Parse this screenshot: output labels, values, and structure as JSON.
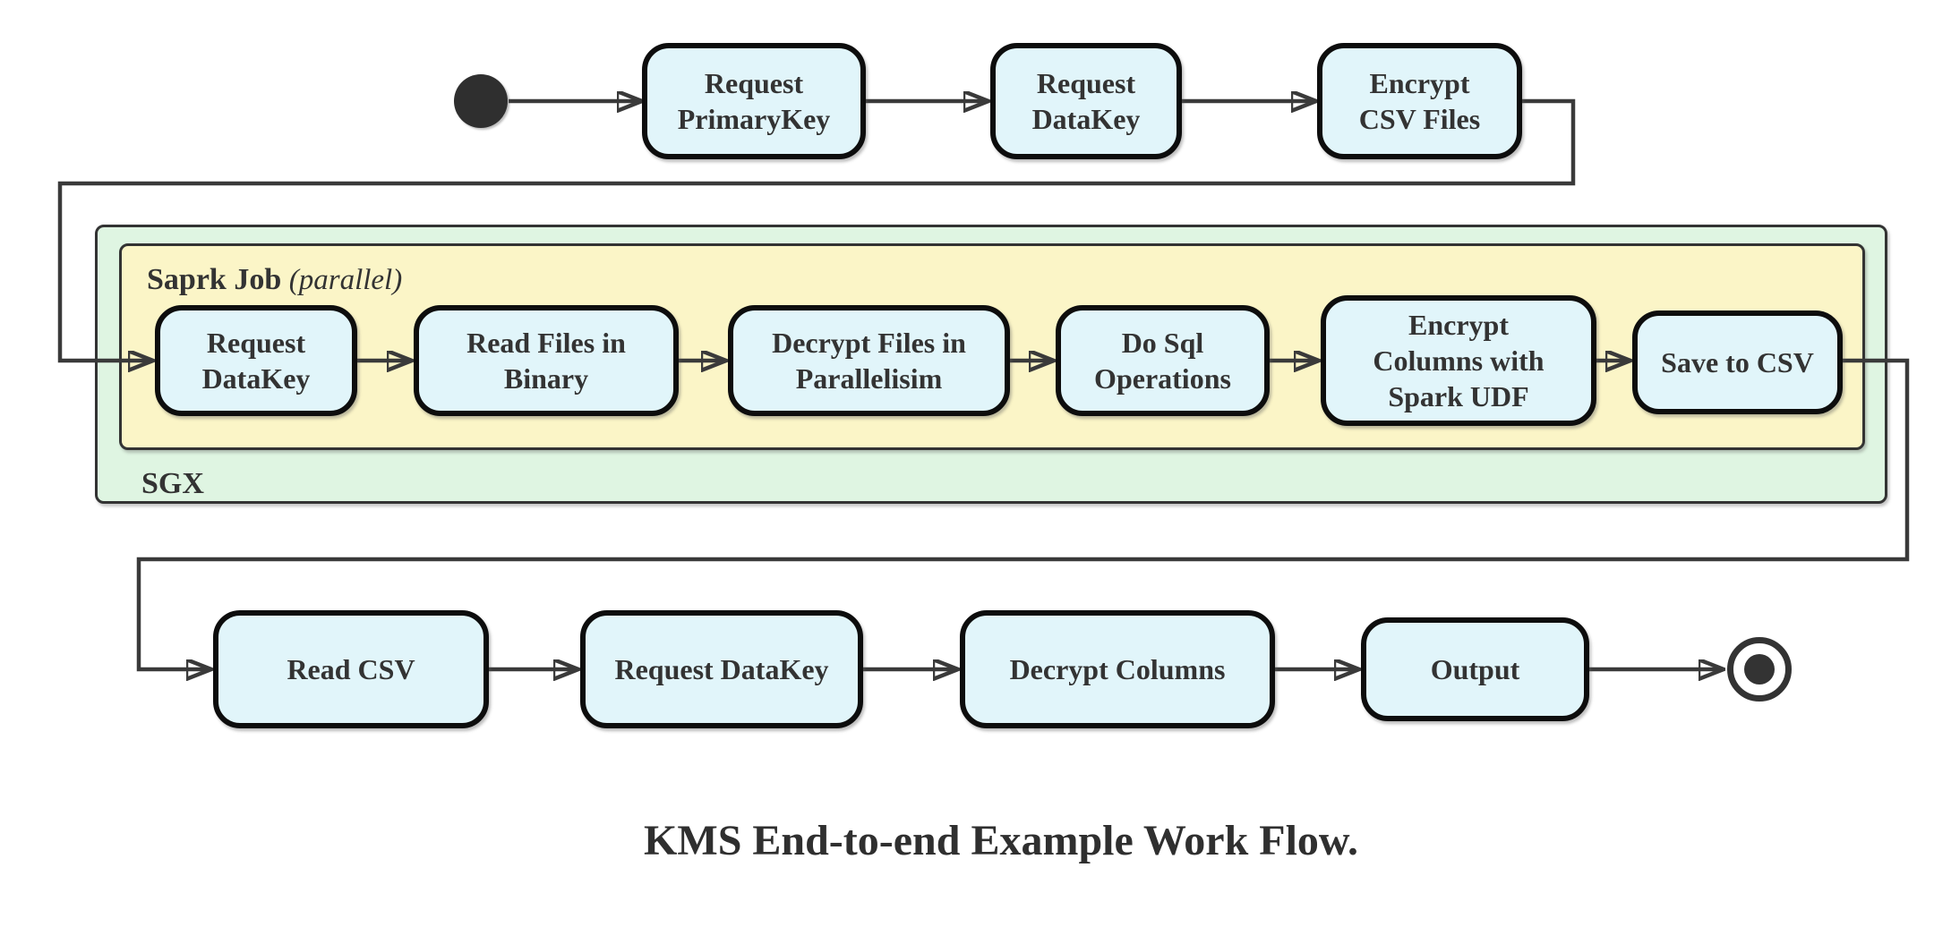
{
  "caption": "KMS End-to-end Example Work Flow.",
  "containers": {
    "sgx": {
      "label": "SGX"
    },
    "spark_job": {
      "label": "Saprk Job",
      "qualifier": "(parallel)"
    }
  },
  "nodes": {
    "request_primarykey": {
      "label": "Request\nPrimaryKey"
    },
    "request_datakey_top": {
      "label": "Request\nDataKey"
    },
    "encrypt_csv_files": {
      "label": "Encrypt\nCSV Files"
    },
    "request_datakey_sgx": {
      "label": "Request\nDataKey"
    },
    "read_files_in_binary": {
      "label": "Read Files in\nBinary"
    },
    "decrypt_files_in_parallelisim": {
      "label": "Decrypt Files in\nParallelisim"
    },
    "do_sql_operations": {
      "label": "Do Sql\nOperations"
    },
    "encrypt_columns_with_spark_udf": {
      "label": "Encrypt\nColumns with\nSpark UDF"
    },
    "save_to_csv": {
      "label": "Save to CSV"
    },
    "read_csv": {
      "label": "Read CSV"
    },
    "request_datakey_client": {
      "label": "Request DataKey"
    },
    "decrypt_columns": {
      "label": "Decrypt Columns"
    },
    "output": {
      "label": "Output"
    }
  },
  "colors": {
    "node_fill": "#e1f5fa",
    "spark_container_fill": "#fbf5c7",
    "sgx_container_fill": "#dff5e2",
    "edge": "#3a3a3a",
    "text": "#333333",
    "start_marker_fill": "#2f2f2f"
  }
}
